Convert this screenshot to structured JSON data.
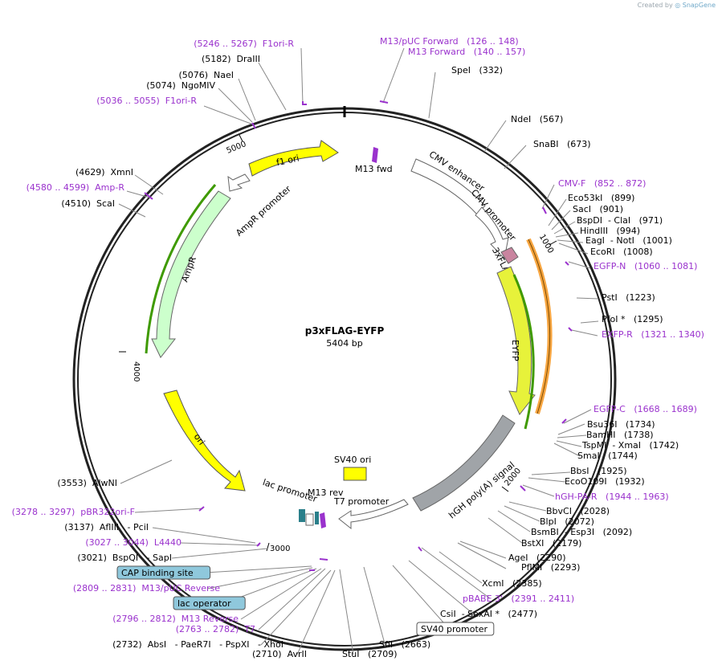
{
  "credit": {
    "prefix": "Created by",
    "brand": "SnapGene"
  },
  "plasmid": {
    "name": "p3xFLAG-EYFP",
    "length": "5404 bp"
  },
  "ticks": [
    "1000",
    "2000",
    "3000",
    "4000",
    "5000"
  ],
  "features": [
    {
      "name": "f1 ori",
      "label": "f1 ori"
    },
    {
      "name": "m13-fwd",
      "label": "M13 fwd"
    },
    {
      "name": "cmv-enhancer",
      "label": "CMV enhancer"
    },
    {
      "name": "cmv-promoter",
      "label": "CMV promoter"
    },
    {
      "name": "3xflag",
      "label": "3xFLAG"
    },
    {
      "name": "eyfp",
      "label": "EYFP"
    },
    {
      "name": "hgh-polya",
      "label": "hGH poly(A) signal"
    },
    {
      "name": "sv40-ori",
      "label": "SV40 ori"
    },
    {
      "name": "t7-promoter",
      "label": "T7 promoter"
    },
    {
      "name": "m13-rev",
      "label": "M13 rev"
    },
    {
      "name": "lac-promoter",
      "label": "lac promoter"
    },
    {
      "name": "ori",
      "label": "ori"
    },
    {
      "name": "ampr",
      "label": "AmpR"
    },
    {
      "name": "ampr-promoter",
      "label": "AmpR promoter"
    }
  ],
  "sites": [
    {
      "text": "(5246 .. 5267)  F1ori-R",
      "kind": "primer"
    },
    {
      "text": "(5182)  DraIII",
      "kind": "enzyme"
    },
    {
      "text": "(5076)  NaeI",
      "kind": "enzyme"
    },
    {
      "text": "(5074)  NgoMIV",
      "kind": "enzyme"
    },
    {
      "text": "(5036 .. 5055)  F1ori-R",
      "kind": "primer"
    },
    {
      "text": "M13/pUC Forward   (126 .. 148)",
      "kind": "primer"
    },
    {
      "text": "M13 Forward   (140 .. 157)",
      "kind": "primer"
    },
    {
      "text": "SpeI   (332)",
      "kind": "enzyme"
    },
    {
      "text": "NdeI   (567)",
      "kind": "enzyme"
    },
    {
      "text": "SnaBI   (673)",
      "kind": "enzyme"
    },
    {
      "text": "CMV-F   (852 .. 872)",
      "kind": "primer"
    },
    {
      "text": "Eco53kI   (899)",
      "kind": "enzyme"
    },
    {
      "text": "SacI   (901)",
      "kind": "enzyme"
    },
    {
      "text": "BspDI  - ClaI   (971)",
      "kind": "enzyme"
    },
    {
      "text": "HindIII   (994)",
      "kind": "enzyme"
    },
    {
      "text": "EagI  - NotI   (1001)",
      "kind": "enzyme"
    },
    {
      "text": "EcoRI   (1008)",
      "kind": "enzyme"
    },
    {
      "text": "EGFP-N   (1060 .. 1081)",
      "kind": "primer"
    },
    {
      "text": "PstI   (1223)",
      "kind": "enzyme"
    },
    {
      "text": "PfoI *   (1295)",
      "kind": "enzyme"
    },
    {
      "text": "EXFP-R   (1321 .. 1340)",
      "kind": "primer"
    },
    {
      "text": "(4629)  XmnI",
      "kind": "enzyme"
    },
    {
      "text": "(4580 .. 4599)  Amp-R",
      "kind": "primer"
    },
    {
      "text": "(4510)  ScaI",
      "kind": "enzyme"
    },
    {
      "text": "EGFP-C   (1668 .. 1689)",
      "kind": "primer"
    },
    {
      "text": "Bsu36I   (1734)",
      "kind": "enzyme"
    },
    {
      "text": "BamHI   (1738)",
      "kind": "enzyme"
    },
    {
      "text": "TspMI  - XmaI   (1742)",
      "kind": "enzyme"
    },
    {
      "text": "SmaI   (1744)",
      "kind": "enzyme"
    },
    {
      "text": "BbsI   (1925)",
      "kind": "enzyme"
    },
    {
      "text": "EcoO109I   (1932)",
      "kind": "enzyme"
    },
    {
      "text": "hGH-PA-R   (1944 .. 1963)",
      "kind": "primer"
    },
    {
      "text": "BbvCI   (2028)",
      "kind": "enzyme"
    },
    {
      "text": "BlpI   (2072)",
      "kind": "enzyme"
    },
    {
      "text": "BsmBI  - Esp3I   (2092)",
      "kind": "enzyme"
    },
    {
      "text": "BstXI   (2179)",
      "kind": "enzyme"
    },
    {
      "text": "AgeI   (2290)",
      "kind": "enzyme"
    },
    {
      "text": "PflMI   (2293)",
      "kind": "enzyme"
    },
    {
      "text": "XcmI   (2385)",
      "kind": "enzyme"
    },
    {
      "text": "pBABE 3'   (2391 .. 2411)",
      "kind": "primer"
    },
    {
      "text": "CsiI  - SexAI *   (2477)",
      "kind": "enzyme"
    },
    {
      "text": "SV40 promoter",
      "kind": "boxed"
    },
    {
      "text": "SfiI   (2663)",
      "kind": "enzyme"
    },
    {
      "text": "StuI   (2709)",
      "kind": "enzyme"
    },
    {
      "text": "(2710)  AvrII",
      "kind": "enzyme"
    },
    {
      "text": "(2732)  AbsI   - PaeR7I   - PspXI   - XhoI",
      "kind": "enzyme"
    },
    {
      "text": "(2763 .. 2782)  T7",
      "kind": "primer"
    },
    {
      "text": "(2796 .. 2812)  M13 Reverse",
      "kind": "primer"
    },
    {
      "text": "lac operator",
      "kind": "feature-box"
    },
    {
      "text": "(2809 .. 2831)  M13/pUC Reverse",
      "kind": "primer"
    },
    {
      "text": "CAP binding site",
      "kind": "feature-box"
    },
    {
      "text": "(3021)  BspQI   - SapI",
      "kind": "enzyme"
    },
    {
      "text": "(3027 .. 3044)  L4440",
      "kind": "primer"
    },
    {
      "text": "(3137)  AflIII   - PciI",
      "kind": "enzyme"
    },
    {
      "text": "(3278 .. 3297)  pBR322ori-F",
      "kind": "primer"
    },
    {
      "text": "(3553)  AlwNI",
      "kind": "enzyme"
    }
  ],
  "colors": {
    "yellow": "#ffff00",
    "yellowgreen": "#e7f23a",
    "mint": "#ccffcc",
    "gray": "#a0a4a8",
    "purple": "#9a32cd",
    "mauve": "#c9849f",
    "orange": "#f7a540",
    "green": "#3f9a00",
    "box": "#8fc8dc"
  }
}
